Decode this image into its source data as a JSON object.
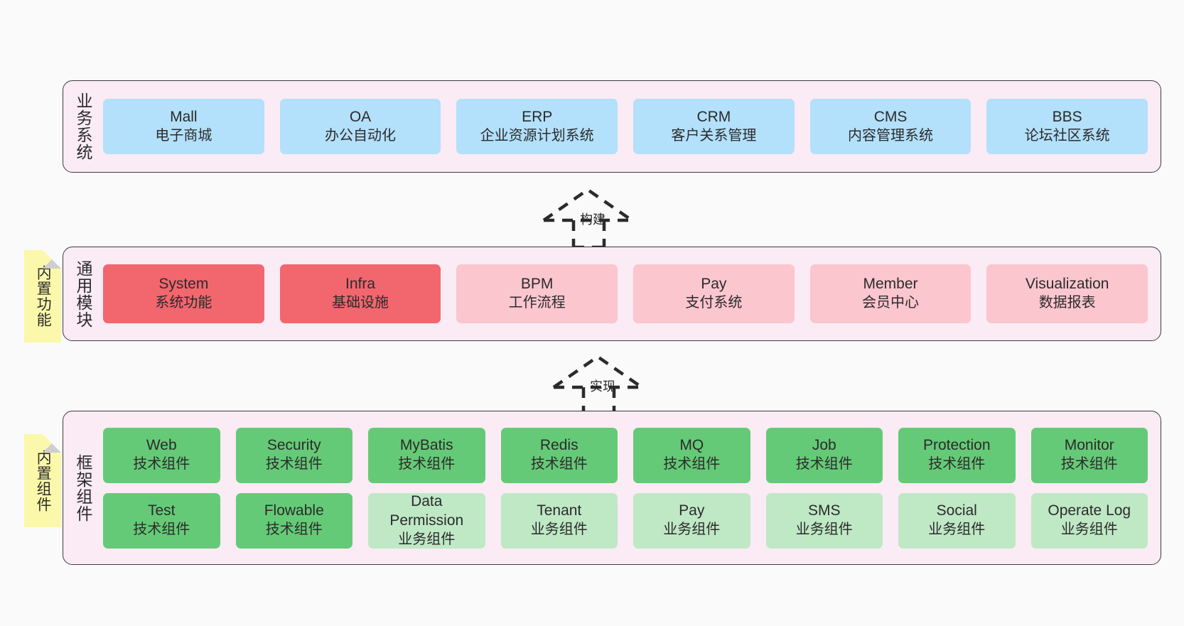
{
  "diagram": {
    "background_color": "#fafafa",
    "layer_fill": "#faebf5",
    "layer_border": "#3c3c3c"
  },
  "layers": [
    {
      "id": "business-system",
      "title": "业务系统",
      "rows": [
        {
          "nodes": [
            {
              "en": "Mall",
              "cn": "电子商城",
              "color": "#b3e0fb",
              "tone": "c-blue"
            },
            {
              "en": "OA",
              "cn": "办公自动化",
              "color": "#b3e0fb",
              "tone": "c-blue"
            },
            {
              "en": "ERP",
              "cn": "企业资源计划系统",
              "color": "#b3e0fb",
              "tone": "c-blue"
            },
            {
              "en": "CRM",
              "cn": "客户关系管理",
              "color": "#b3e0fb",
              "tone": "c-blue"
            },
            {
              "en": "CMS",
              "cn": "内容管理系统",
              "color": "#b3e0fb",
              "tone": "c-blue"
            },
            {
              "en": "BBS",
              "cn": "论坛社区系统",
              "color": "#b3e0fb",
              "tone": "c-blue"
            }
          ]
        }
      ]
    },
    {
      "id": "common-module",
      "title": "通用模块",
      "sticky": "内置功能",
      "rows": [
        {
          "nodes": [
            {
              "en": "System",
              "cn": "系统功能",
              "color": "#f2666e",
              "tone": "c-red"
            },
            {
              "en": "Infra",
              "cn": "基础设施",
              "color": "#f2666e",
              "tone": "c-red"
            },
            {
              "en": "BPM",
              "cn": "工作流程",
              "color": "#fbc6ce",
              "tone": "c-pink"
            },
            {
              "en": "Pay",
              "cn": "支付系统",
              "color": "#fbc6ce",
              "tone": "c-pink"
            },
            {
              "en": "Member",
              "cn": "会员中心",
              "color": "#fbc6ce",
              "tone": "c-pink"
            },
            {
              "en": "Visualization",
              "cn": "数据报表",
              "color": "#fbc6ce",
              "tone": "c-pink"
            }
          ]
        }
      ]
    },
    {
      "id": "framework-component",
      "title": "框架组件",
      "sticky": "内置组件",
      "rows": [
        {
          "nodes": [
            {
              "en": "Web",
              "cn": "技术组件",
              "color": "#65ca77",
              "tone": "c-green"
            },
            {
              "en": "Security",
              "cn": "技术组件",
              "color": "#65ca77",
              "tone": "c-green"
            },
            {
              "en": "MyBatis",
              "cn": "技术组件",
              "color": "#65ca77",
              "tone": "c-green"
            },
            {
              "en": "Redis",
              "cn": "技术组件",
              "color": "#65ca77",
              "tone": "c-green"
            },
            {
              "en": "MQ",
              "cn": "技术组件",
              "color": "#65ca77",
              "tone": "c-green"
            },
            {
              "en": "Job",
              "cn": "技术组件",
              "color": "#65ca77",
              "tone": "c-green"
            },
            {
              "en": "Protection",
              "cn": "技术组件",
              "color": "#65ca77",
              "tone": "c-green"
            },
            {
              "en": "Monitor",
              "cn": "技术组件",
              "color": "#65ca77",
              "tone": "c-green"
            }
          ]
        },
        {
          "nodes": [
            {
              "en": "Test",
              "cn": "技术组件",
              "color": "#65ca77",
              "tone": "c-green"
            },
            {
              "en": "Flowable",
              "cn": "技术组件",
              "color": "#65ca77",
              "tone": "c-green"
            },
            {
              "en": "Data Permission",
              "cn": "业务组件",
              "color": "#bfe8c5",
              "tone": "c-lightgreen"
            },
            {
              "en": "Tenant",
              "cn": "业务组件",
              "color": "#bfe8c5",
              "tone": "c-lightgreen"
            },
            {
              "en": "Pay",
              "cn": "业务组件",
              "color": "#bfe8c5",
              "tone": "c-lightgreen"
            },
            {
              "en": "SMS",
              "cn": "业务组件",
              "color": "#bfe8c5",
              "tone": "c-lightgreen"
            },
            {
              "en": "Social",
              "cn": "业务组件",
              "color": "#bfe8c5",
              "tone": "c-lightgreen"
            },
            {
              "en": "Operate Log",
              "cn": "业务组件",
              "color": "#bfe8c5",
              "tone": "c-lightgreen"
            }
          ]
        }
      ]
    }
  ],
  "connectors": [
    {
      "id": "build",
      "label": "构建",
      "from": "common-module",
      "to": "business-system",
      "style": "dashed-generalization"
    },
    {
      "id": "implement",
      "label": "实现",
      "from": "framework-component",
      "to": "common-module",
      "style": "dashed-generalization"
    }
  ]
}
